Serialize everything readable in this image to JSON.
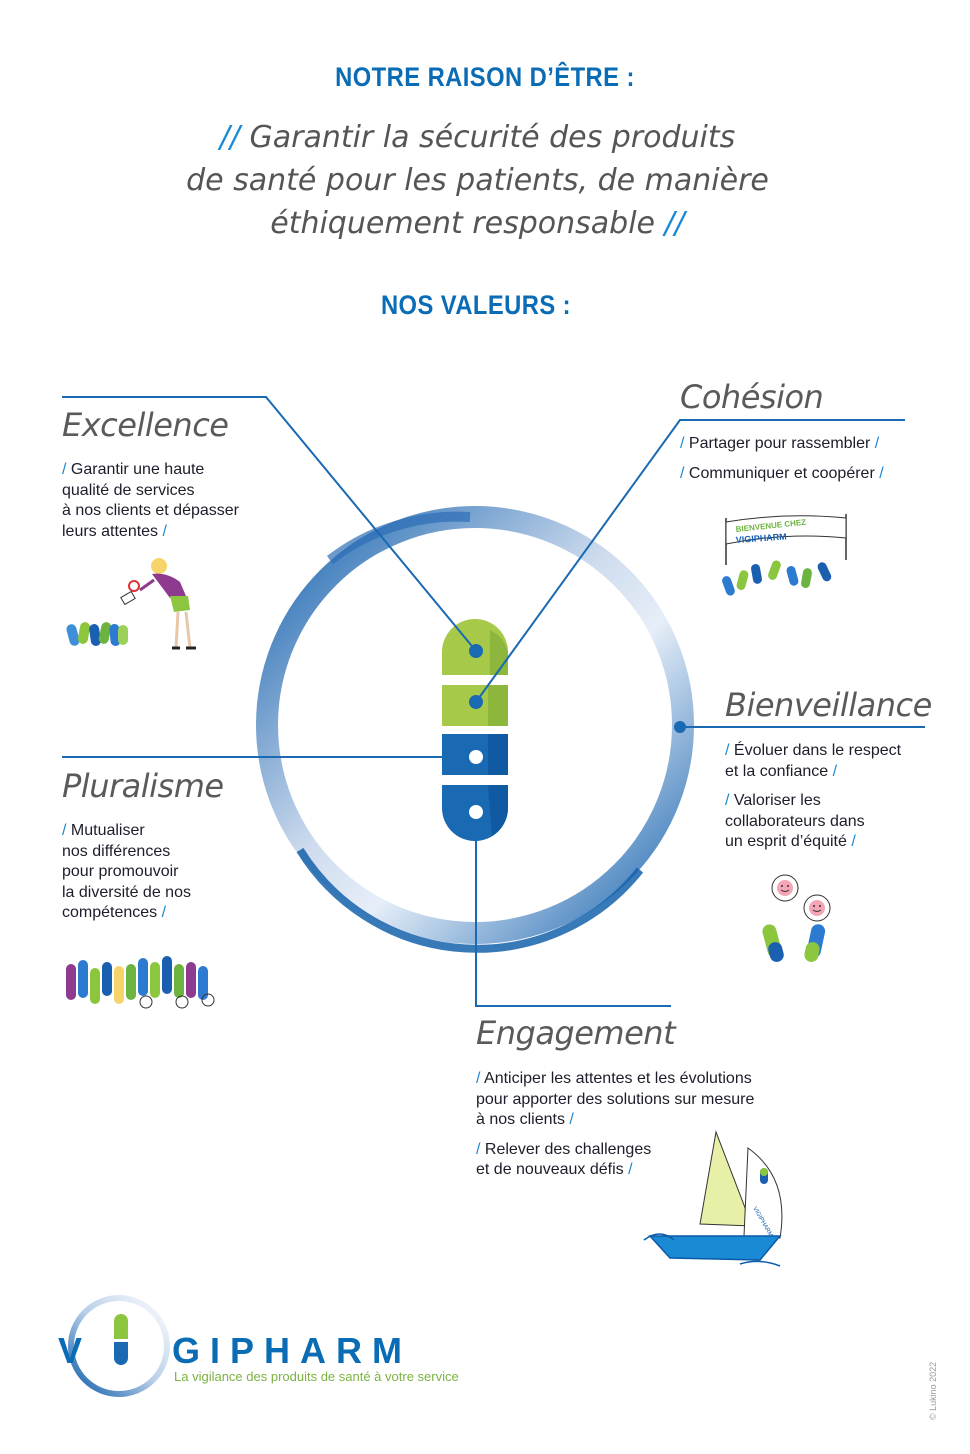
{
  "header": {
    "title": "NOTRE RAISON D’ÊTRE :",
    "mission_open": "//",
    "mission_line1": " Garantir la sécurité des produits",
    "mission_line2": "de santé  pour les patients, de manière",
    "mission_line3": "éthiquement responsable ",
    "mission_close": "//",
    "values_title": "NOS VALEURS :"
  },
  "values": {
    "excellence": {
      "title": "Excellence",
      "lines": [
        "Garantir une haute",
        "qualité de services",
        "à nos clients et dépasser",
        "leurs attentes"
      ]
    },
    "cohesion": {
      "title": "Cohésion",
      "item1": "Partager pour rassembler",
      "item2": "Communiquer et coopérer"
    },
    "bienveillance": {
      "title": "Bienveillance",
      "item1_l1": "Évoluer dans le respect",
      "item1_l2": "et la confiance",
      "item2_l1": "Valoriser les",
      "item2_l2": "collaborateurs dans",
      "item2_l3": "un esprit d’équité"
    },
    "pluralisme": {
      "title": "Pluralisme",
      "lines": [
        "Mutualiser",
        "nos différences",
        "pour promouvoir",
        "la diversité de nos",
        "compétences"
      ]
    },
    "engagement": {
      "title": "Engagement",
      "item1_l1": "Anticiper les attentes et les évolutions",
      "item1_l2": "pour apporter des solutions sur mesure",
      "item1_l3": "à nos clients",
      "item2_l1": "Relever des challenges",
      "item2_l2": "et de nouveaux défis"
    },
    "slash": "/"
  },
  "banner_text_1": "BIENVENUE CHEZ",
  "banner_text_2": "VIGIPHARM",
  "sail_text": "VIGIPHARM",
  "footer": {
    "logo_left": "V",
    "logo_right": "GIPHARM",
    "tagline": "La vigilance des produits de santé à votre service",
    "credit": "© Lukino 2022"
  },
  "colors": {
    "brand_blue": "#0a6cb4",
    "green": "#a5c94a",
    "light_blue": "#1a8ad4"
  }
}
